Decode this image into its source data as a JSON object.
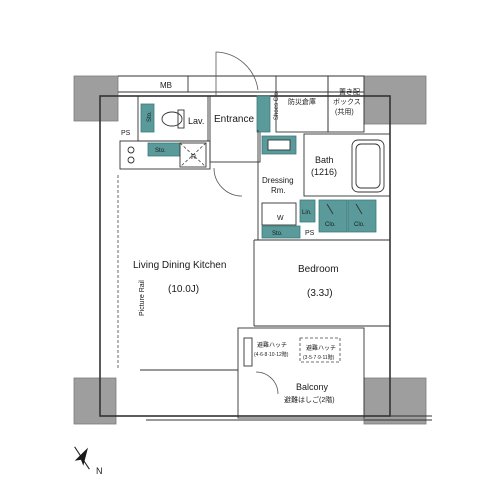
{
  "colors": {
    "column": "#9e9e9e",
    "fixture": "#5a9a9a",
    "wall": "#333333",
    "background": "#ffffff"
  },
  "rooms": {
    "mb": "MB",
    "ps_upper": "PS",
    "lav": "Lav.",
    "entrance": "Entrance",
    "shoes_closet": "Shoes Clo.",
    "disaster_storage": "防災倉庫",
    "delivery_box_line1": "置き配",
    "delivery_box_line2": "ボックス",
    "delivery_box_line3": "(共用)",
    "sto_lav": "Sto.",
    "sto_kitchen": "Sto.",
    "refrigerator": "R",
    "bath_name": "Bath",
    "bath_size": "(1216)",
    "dressing_line1": "Dressing",
    "dressing_line2": "Rm.",
    "lin": "Lin.",
    "washer": "W",
    "sto_dressing": "Sto.",
    "ps_lower": "PS",
    "clo_1": "Clo.",
    "clo_2": "Clo.",
    "ldk_name": "Living Dining Kitchen",
    "ldk_size": "(10.0J)",
    "picture_rail": "Picture Rail",
    "bedroom_name": "Bedroom",
    "bedroom_size": "(3.3J)",
    "hatch_left_line1": "避難ハッチ",
    "hatch_left_line2": "(4·6·8·10·12階)",
    "hatch_right_line1": "避難ハッチ",
    "hatch_right_line2": "(3·5·7·9·11階)",
    "balcony_name": "Balcony",
    "balcony_ladder": "避難はしご(2階)"
  },
  "compass": {
    "letter": "N",
    "icon": "north-arrow-icon"
  }
}
